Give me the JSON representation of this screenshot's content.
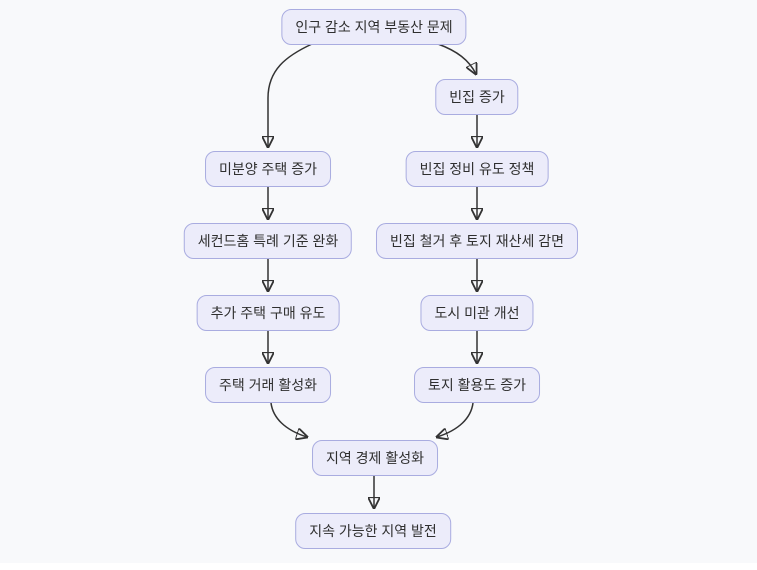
{
  "diagram": {
    "type": "flowchart",
    "direction": "top-down",
    "colors": {
      "background": "#f8f9fb",
      "node_fill": "#ececfa",
      "node_border": "#a9ace0",
      "text": "#2f2f2f",
      "edge": "#333333"
    },
    "nodes": [
      {
        "id": "A",
        "label": "인구 감소 지역 부동산 문제"
      },
      {
        "id": "B",
        "label": "빈집 증가"
      },
      {
        "id": "C",
        "label": "미분양 주택 증가"
      },
      {
        "id": "D",
        "label": "빈집 정비 유도 정책"
      },
      {
        "id": "E",
        "label": "세컨드홈 특례 기준 완화"
      },
      {
        "id": "F",
        "label": "빈집 철거 후 토지 재산세 감면"
      },
      {
        "id": "G",
        "label": "추가 주택 구매 유도"
      },
      {
        "id": "H",
        "label": "도시 미관 개선"
      },
      {
        "id": "I",
        "label": "주택 거래 활성화"
      },
      {
        "id": "J",
        "label": "토지 활용도 증가"
      },
      {
        "id": "K",
        "label": "지역 경제 활성화"
      },
      {
        "id": "L",
        "label": "지속 가능한 지역 발전"
      }
    ],
    "edges": [
      {
        "from": "A",
        "to": "C"
      },
      {
        "from": "A",
        "to": "B"
      },
      {
        "from": "B",
        "to": "D"
      },
      {
        "from": "C",
        "to": "E"
      },
      {
        "from": "D",
        "to": "F"
      },
      {
        "from": "E",
        "to": "G"
      },
      {
        "from": "F",
        "to": "H"
      },
      {
        "from": "G",
        "to": "I"
      },
      {
        "from": "H",
        "to": "J"
      },
      {
        "from": "I",
        "to": "K"
      },
      {
        "from": "J",
        "to": "K"
      },
      {
        "from": "K",
        "to": "L"
      }
    ]
  }
}
